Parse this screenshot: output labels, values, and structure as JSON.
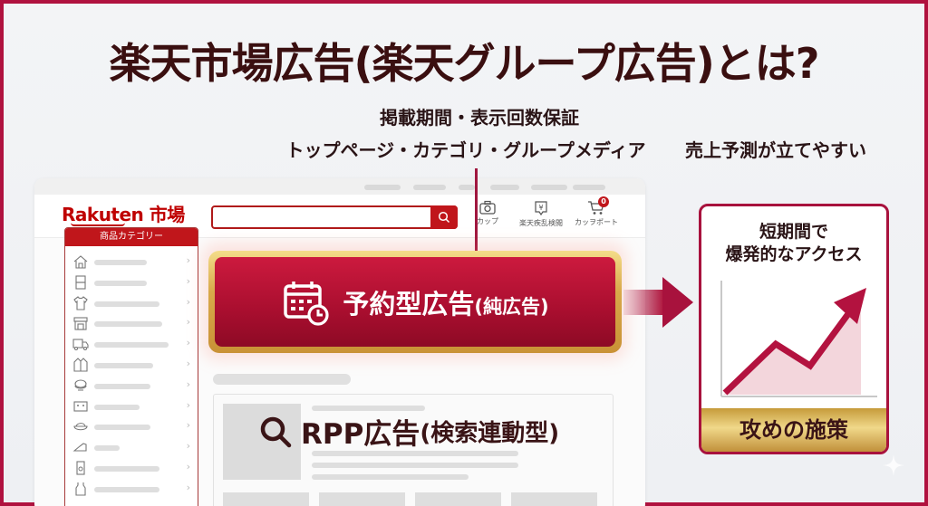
{
  "title": "楽天市場広告(楽天グループ広告)とは?",
  "annotations": {
    "guarantee": "掲載期間・表示回数保証",
    "placements": "トップページ・カテゴリ・グループメディア",
    "forecast": "売上予測が立てやすい"
  },
  "browser": {
    "logo": "Rakuten 市場",
    "search": {
      "placeholder": "",
      "icon": "search-icon"
    },
    "header_icons": [
      {
        "label": "カップ",
        "icon": "camera-icon"
      },
      {
        "label": "楽天疾乱検閲",
        "icon": "yen-receipt-icon"
      },
      {
        "label": "カッヲポート",
        "icon": "cart-icon",
        "badge": "0"
      }
    ],
    "sidebar": {
      "heading": "商品カテゴリー",
      "items": [
        {
          "icon": "house-icon"
        },
        {
          "icon": "appliance-icon"
        },
        {
          "icon": "tshirt-icon"
        },
        {
          "icon": "store-icon"
        },
        {
          "icon": "truck-icon"
        },
        {
          "icon": "jacket-icon"
        },
        {
          "icon": "food-bowl-icon"
        },
        {
          "icon": "stove-icon"
        },
        {
          "icon": "salad-bowl-icon"
        },
        {
          "icon": "shoe-icon"
        },
        {
          "icon": "can-icon"
        },
        {
          "icon": "bottle-icon"
        }
      ]
    }
  },
  "reservation_ad": {
    "main": "予約型広告",
    "paren": "(純広告)",
    "icon": "calendar-clock-icon"
  },
  "rpp_ad": {
    "main": "RPP広告",
    "paren": "(検索連動型)",
    "icon": "search-icon"
  },
  "result_panel": {
    "line1": "短期間で",
    "line2": "爆発的なアクセス",
    "footer": "攻めの施策",
    "chart_icon": "rising-arrow-chart-icon"
  },
  "colors": {
    "brand_red": "#bf0000",
    "crimson": "#a8123d",
    "gold": "#d8a94a",
    "text_dark": "#2a1416"
  }
}
